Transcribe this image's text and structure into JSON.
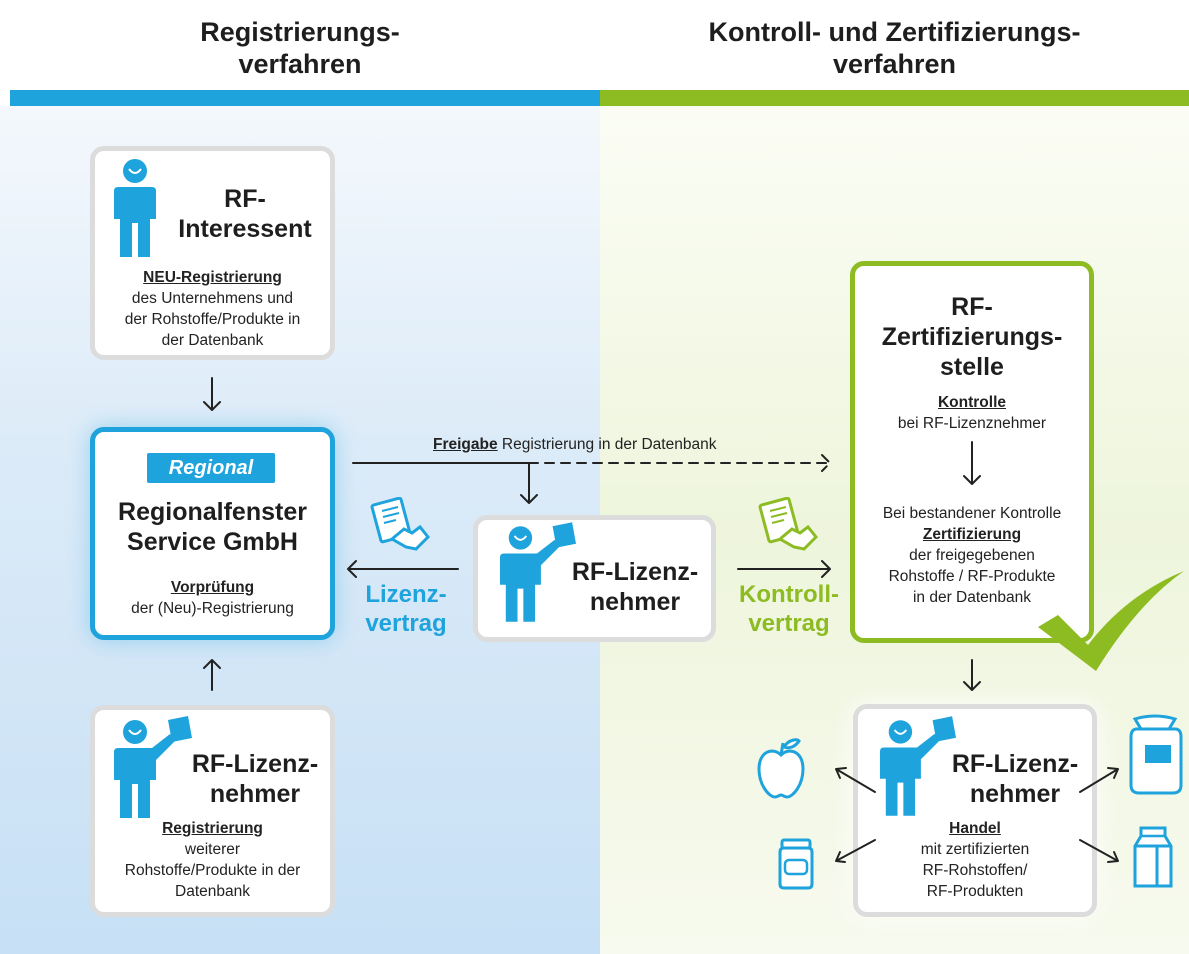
{
  "colors": {
    "blue": "#1ea3dc",
    "green": "#8dbb22",
    "grey_border": "#dcdcdc",
    "text": "#222222"
  },
  "header": {
    "left": {
      "line1": "Registrierungs-",
      "line2": "verfahren"
    },
    "right": {
      "line1": "Kontroll- und Zertifizierungs-",
      "line2": "verfahren"
    }
  },
  "interessent": {
    "title1": "RF-",
    "title2": "Interessent",
    "heading": "NEU-Registrierung",
    "line1": "des Unternehmens und",
    "line2": "der Rohstoffe/Produkte in",
    "line3": "der Datenbank"
  },
  "service": {
    "logo": "Regional",
    "title1": "Regionalfenster",
    "title2": "Service GmbH",
    "heading": "Vorprüfung",
    "line1": "der (Neu)-Registrierung"
  },
  "lizenz_bottom": {
    "title1": "RF-Lizenz-",
    "title2": "nehmer",
    "heading": "Registrierung",
    "line1": "weiterer",
    "line2": "Rohstoffe/Produkte in der",
    "line3": "Datenbank"
  },
  "lizenz_center": {
    "title1": "RF-Lizenz-",
    "title2": "nehmer"
  },
  "freigabe": {
    "bold": "Freigabe",
    "rest": " Registrierung in der Datenbank"
  },
  "lizenzvertrag": {
    "line1": "Lizenz-",
    "line2": "vertrag"
  },
  "kontrollvertrag": {
    "line1": "Kontroll-",
    "line2": "vertrag"
  },
  "zertifizierung": {
    "title1": "RF-",
    "title2": "Zertifizierungs-",
    "title3": "stelle",
    "heading": "Kontrolle",
    "line1": "bei RF-Lizenznehmer",
    "line2": "Bei bestandener Kontrolle",
    "heading2": "Zertifizierung",
    "line3": "der freigegebenen",
    "line4": "Rohstoffe / RF-Produkte",
    "line5": "in der Datenbank"
  },
  "lizenz_handel": {
    "title1": "RF-Lizenz-",
    "title2": "nehmer",
    "heading": "Handel",
    "line1": "mit zertifizierten",
    "line2": "RF-Rohstoffen/",
    "line3": "RF-Produkten"
  },
  "icons": [
    "person-icon",
    "person-with-document-icon",
    "contract-handshake-icon",
    "checkmark-icon",
    "apple-icon",
    "jar-icon",
    "sack-icon",
    "milk-carton-icon"
  ]
}
